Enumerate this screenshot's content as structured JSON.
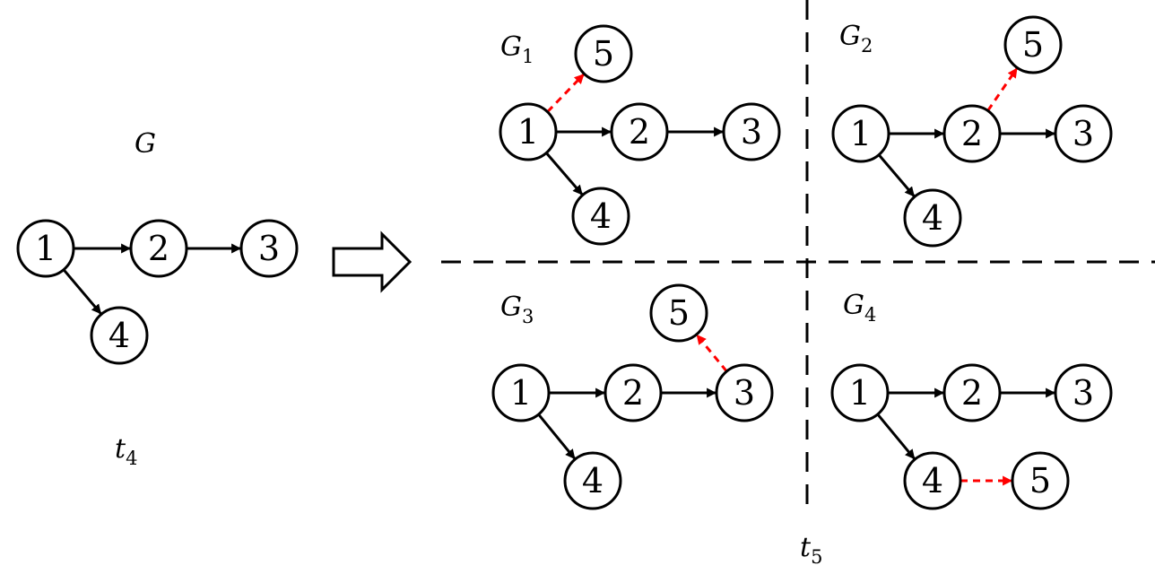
{
  "colors": {
    "edge": "#000000",
    "new_edge": "#ff0000"
  },
  "original": {
    "graph_symbol": "G",
    "time_symbol": "t",
    "time_subscript": "4",
    "nodes": [
      "1",
      "2",
      "3",
      "4"
    ],
    "edges": [
      [
        "1",
        "2"
      ],
      [
        "2",
        "3"
      ],
      [
        "1",
        "4"
      ]
    ]
  },
  "transform_arrow_icon": "hollow-right-arrow",
  "time_label_right": {
    "symbol": "t",
    "subscript": "5"
  },
  "variants": [
    {
      "symbol": "G",
      "subscript": "1",
      "new_node": "5",
      "new_edge": [
        "1",
        "5"
      ]
    },
    {
      "symbol": "G",
      "subscript": "2",
      "new_node": "5",
      "new_edge": [
        "2",
        "5"
      ]
    },
    {
      "symbol": "G",
      "subscript": "3",
      "new_node": "5",
      "new_edge": [
        "3",
        "5"
      ]
    },
    {
      "symbol": "G",
      "subscript": "4",
      "new_node": "5",
      "new_edge": [
        "4",
        "5"
      ]
    }
  ]
}
